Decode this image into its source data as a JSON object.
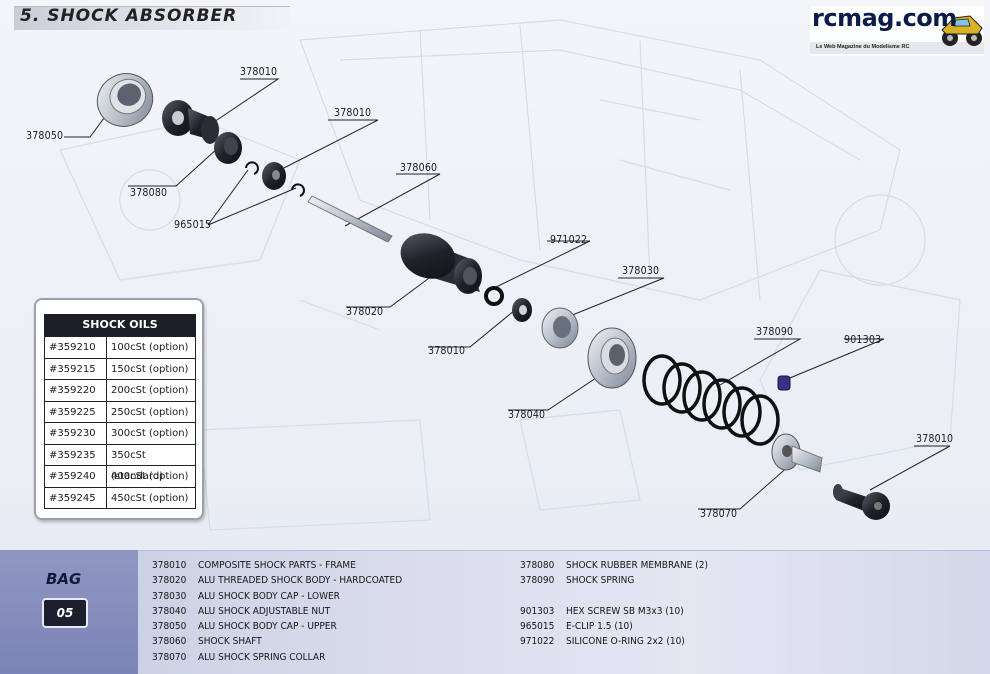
{
  "header": {
    "section_title": "5. SHOCK ABSORBER",
    "logo_text": "rcmag.com",
    "logo_tagline": "Le Web Magazine du Modelisme RC"
  },
  "diagram": {
    "callouts": [
      {
        "id": "c1",
        "label": "378050"
      },
      {
        "id": "c2",
        "label": "378010"
      },
      {
        "id": "c3",
        "label": "378010"
      },
      {
        "id": "c4",
        "label": "378080"
      },
      {
        "id": "c5",
        "label": "965015"
      },
      {
        "id": "c6",
        "label": "378060"
      },
      {
        "id": "c7",
        "label": "971022"
      },
      {
        "id": "c8",
        "label": "378030"
      },
      {
        "id": "c9",
        "label": "378020"
      },
      {
        "id": "c10",
        "label": "378010"
      },
      {
        "id": "c11",
        "label": "378090"
      },
      {
        "id": "c12",
        "label": "901303"
      },
      {
        "id": "c13",
        "label": "378040"
      },
      {
        "id": "c14",
        "label": "378010"
      },
      {
        "id": "c15",
        "label": "378070"
      }
    ]
  },
  "shock_oils": {
    "title": "SHOCK OILS",
    "rows": [
      {
        "code": "#359210",
        "viscosity": "100cSt (option)"
      },
      {
        "code": "#359215",
        "viscosity": "150cSt (option)"
      },
      {
        "code": "#359220",
        "viscosity": "200cSt (option)"
      },
      {
        "code": "#359225",
        "viscosity": "250cSt (option)"
      },
      {
        "code": "#359230",
        "viscosity": "300cSt (option)"
      },
      {
        "code": "#359235",
        "viscosity": "350cSt (standard)"
      },
      {
        "code": "#359240",
        "viscosity": "400cSt (option)"
      },
      {
        "code": "#359245",
        "viscosity": "450cSt (option)"
      }
    ]
  },
  "bag": {
    "label": "BAG",
    "number": "05",
    "parts_left": [
      {
        "num": "378010",
        "desc": "COMPOSITE SHOCK PARTS - FRAME"
      },
      {
        "num": "378020",
        "desc": "ALU THREADED SHOCK BODY - HARDCOATED"
      },
      {
        "num": "378030",
        "desc": "ALU SHOCK BODY CAP - LOWER"
      },
      {
        "num": "378040",
        "desc": "ALU SHOCK ADJUSTABLE NUT"
      },
      {
        "num": "378050",
        "desc": "ALU SHOCK BODY CAP - UPPER"
      },
      {
        "num": "378060",
        "desc": "SHOCK SHAFT"
      },
      {
        "num": "378070",
        "desc": "ALU SHOCK SPRING COLLAR"
      }
    ],
    "parts_right_top": [
      {
        "num": "378080",
        "desc": "SHOCK RUBBER MEMBRANE (2)"
      },
      {
        "num": "378090",
        "desc": "SHOCK SPRING"
      }
    ],
    "parts_right_bottom": [
      {
        "num": "901303",
        "desc": "HEX SCREW SB M3x3  (10)"
      },
      {
        "num": "965015",
        "desc": "E-CLIP 1.5  (10)"
      },
      {
        "num": "971022",
        "desc": "SILICONE O-RING 2x2  (10)"
      }
    ]
  },
  "colors": {
    "accent_band": "#7b84b7",
    "part_metal": "#c5cbd4",
    "part_dark": "#1d1f26",
    "screw_purple": "#3d2f86"
  }
}
